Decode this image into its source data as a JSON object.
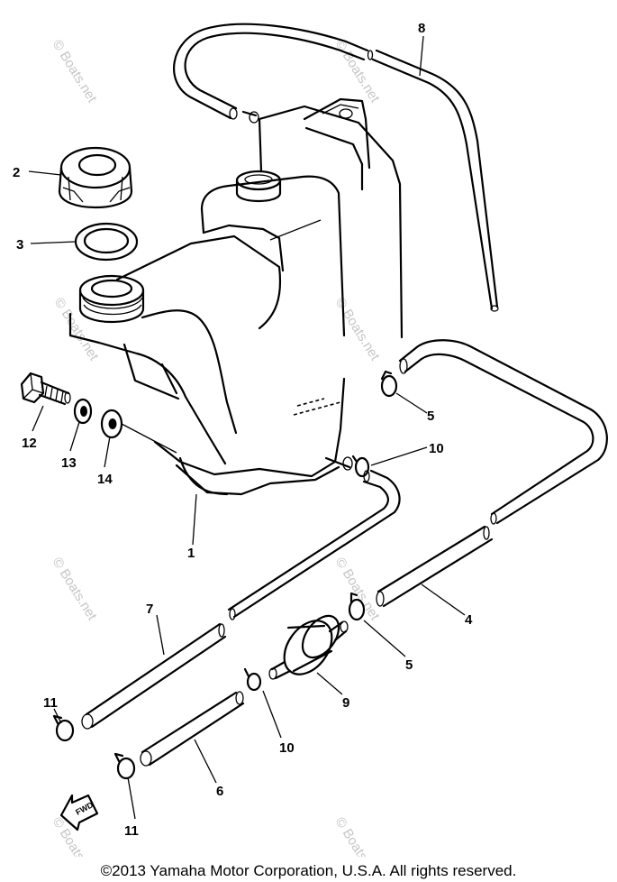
{
  "watermark": "© Boats.net",
  "copyright": "©2013 Yamaha Motor Corporation, U.S.A. All rights reserved.",
  "fwd_label": "FWD",
  "callouts": {
    "c1": "1",
    "c2": "2",
    "c3": "3",
    "c4": "4",
    "c5a": "5",
    "c5b": "5",
    "c6": "6",
    "c7": "7",
    "c8": "8",
    "c9": "9",
    "c10a": "10",
    "c10b": "10",
    "c11a": "11",
    "c11b": "11",
    "c12": "12",
    "c13": "13",
    "c14": "14"
  }
}
